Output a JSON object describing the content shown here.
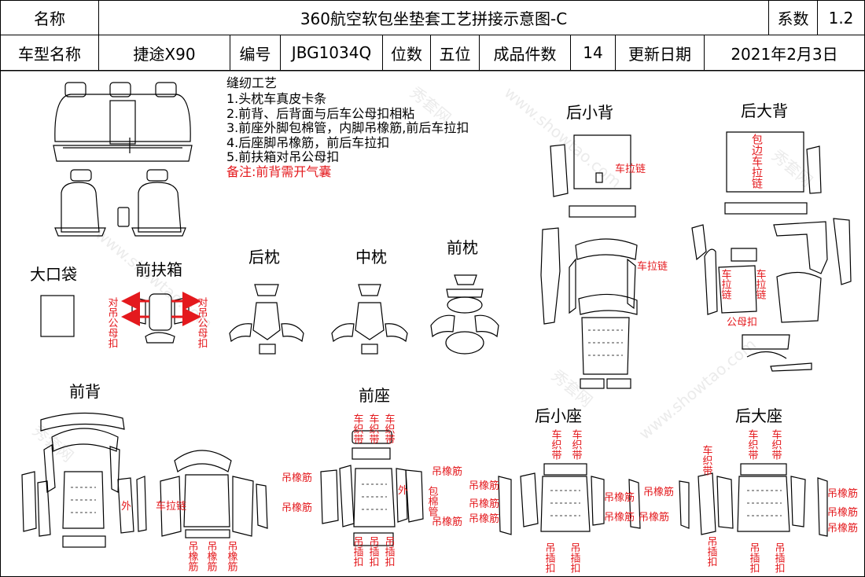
{
  "header": {
    "row1": {
      "name_label": "名称",
      "title": "360航空软包坐垫套工艺拼接示意图-C",
      "coef_label": "系数",
      "coef_value": "1.2"
    },
    "row2": {
      "model_label": "车型名称",
      "model_value": "捷途X90",
      "code_label": "编号",
      "code_value": "JBG1034Q",
      "seats_label": "位数",
      "seats_value": "五位",
      "pieces_label": "成品件数",
      "pieces_value": "14",
      "date_label": "更新日期",
      "date_value": "2021年2月3日"
    }
  },
  "notes": {
    "title": "缝纫工艺",
    "items": [
      "1.头枕车真皮卡条",
      "2.前背、后背面与后车公母扣相粘",
      "3.前座外脚包棉管，内脚吊橡筋,前后车拉扣",
      "4.后座脚吊橡筋，前后车拉扣",
      "5.前扶箱对吊公母扣"
    ],
    "remark": "备注:前背需开气囊"
  },
  "sections": {
    "big_pocket": "大口袋",
    "front_armrest": "前扶箱",
    "rear_headrest": "后枕",
    "mid_headrest": "中枕",
    "front_headrest": "前枕",
    "rear_small_back": "后小背",
    "rear_big_back": "后大背",
    "front_back": "前背",
    "front_seat": "前座",
    "rear_small_seat": "后小座",
    "rear_big_seat": "后大座"
  },
  "annotations": {
    "zipper": "车拉链",
    "wrap_zipper": "包边车拉链",
    "zipper_v": "车拉链",
    "snap_v": "公母扣",
    "hang_snap_v": "对吊公母扣",
    "outer": "外",
    "elastic": "吊橡筋",
    "wrap_tube": "包棉管",
    "webbing": "车织带",
    "hang_clip": "吊插扣",
    "elastic_v": "吊橡筋",
    "clip_text": "吊插扣"
  },
  "watermark": {
    "cn": "秀套网",
    "en": "www.showtao.com"
  },
  "colors": {
    "annotation": "#e4191d",
    "line": "#000000"
  }
}
